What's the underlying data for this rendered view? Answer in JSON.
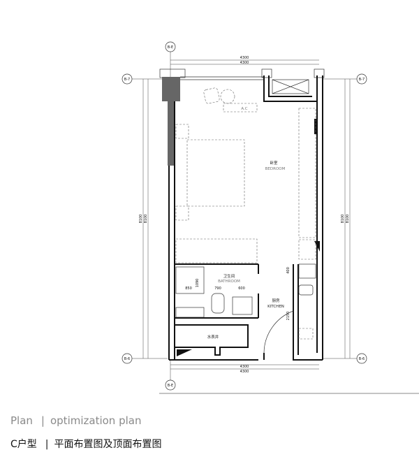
{
  "plan": {
    "grid_axes": {
      "top": "B-E",
      "bottom": "B-E",
      "left_top": "B-7",
      "right_top": "B-7",
      "left_bottom": "B-6",
      "right_bottom": "B-6"
    },
    "dimensions": {
      "top_width_1": "4300",
      "top_width_2": "4300",
      "bottom_width_1": "4300",
      "bottom_width_2": "4300",
      "left_height_1": "8100",
      "left_height_2": "8100",
      "right_height_1": "8100",
      "right_height_2": "8100",
      "bath_850": "850",
      "bath_1090": "1090",
      "bath_790": "790",
      "bath_600": "600",
      "kitchen_400": "400",
      "kitchen_2150": "2150"
    },
    "rooms": {
      "ac": "A.C",
      "bedroom_cn": "卧室",
      "bedroom_en": "BEDROOM",
      "bathroom_cn": "卫生间",
      "bathroom_en": "BATHROOM",
      "kitchen_cn": "厨房",
      "kitchen_en": "KITCHEN",
      "meter_well": "水表井"
    }
  },
  "caption": {
    "line1_left": "Plan",
    "line1_sep": "|",
    "line1_right": "optimization plan",
    "line2_left": "C户型",
    "line2_sep": "|",
    "line2_right": "平面布置图及顶面布置图"
  }
}
